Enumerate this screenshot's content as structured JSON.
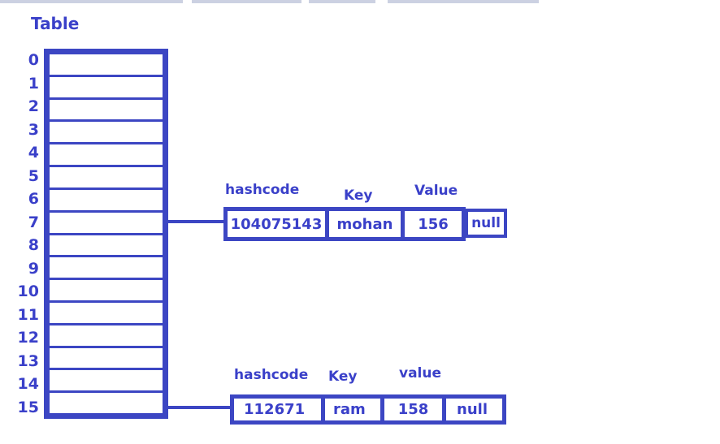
{
  "colors": {
    "accent": "#3c46c3",
    "text": "#3a40c9",
    "topbar": "#ccd1e2"
  },
  "title": "Table",
  "table": {
    "indices": [
      "0",
      "1",
      "2",
      "3",
      "4",
      "5",
      "6",
      "7",
      "8",
      "9",
      "10",
      "11",
      "12",
      "13",
      "14",
      "15"
    ]
  },
  "connections": [
    {
      "from_index": "7",
      "to": "node1"
    },
    {
      "from_index": "15",
      "to": "node2"
    }
  ],
  "node1": {
    "label_hashcode": "hashcode",
    "label_key": "Key",
    "label_value": "Value",
    "hashcode": "104075143",
    "key": "mohan",
    "value": "156",
    "next": "null"
  },
  "node2": {
    "label_hashcode": "hashcode",
    "label_key": "Key",
    "label_value": "value",
    "hashcode": "112671",
    "key": "ram",
    "value": "158",
    "next": "null"
  }
}
